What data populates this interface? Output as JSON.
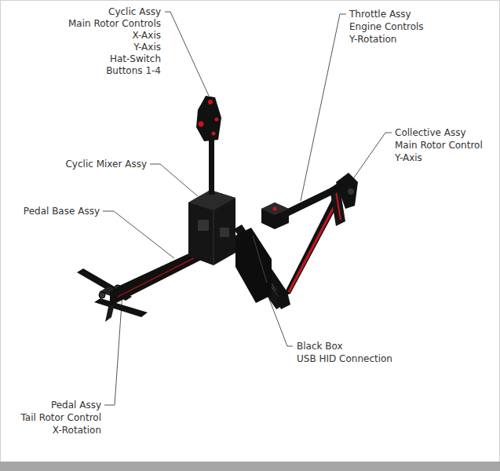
{
  "diagram": {
    "labels": [
      "Cyclic Assy",
      "Main Rotor Controls",
      "X-Axis",
      "Y-Axis",
      "Hat-Switch",
      "Buttons 1-4",
      "Throttle Assy",
      "Engine Controls",
      "Y-Rotation",
      "Collective Assy",
      "Main Rotor Control",
      "Y-Axis",
      "Cyclic Mixer Assy",
      "Pedal Base Assy",
      "Black Box",
      "USB HID Connection",
      "Pedal Assy",
      "Tail Rotor Control",
      "X-Rotation"
    ]
  }
}
